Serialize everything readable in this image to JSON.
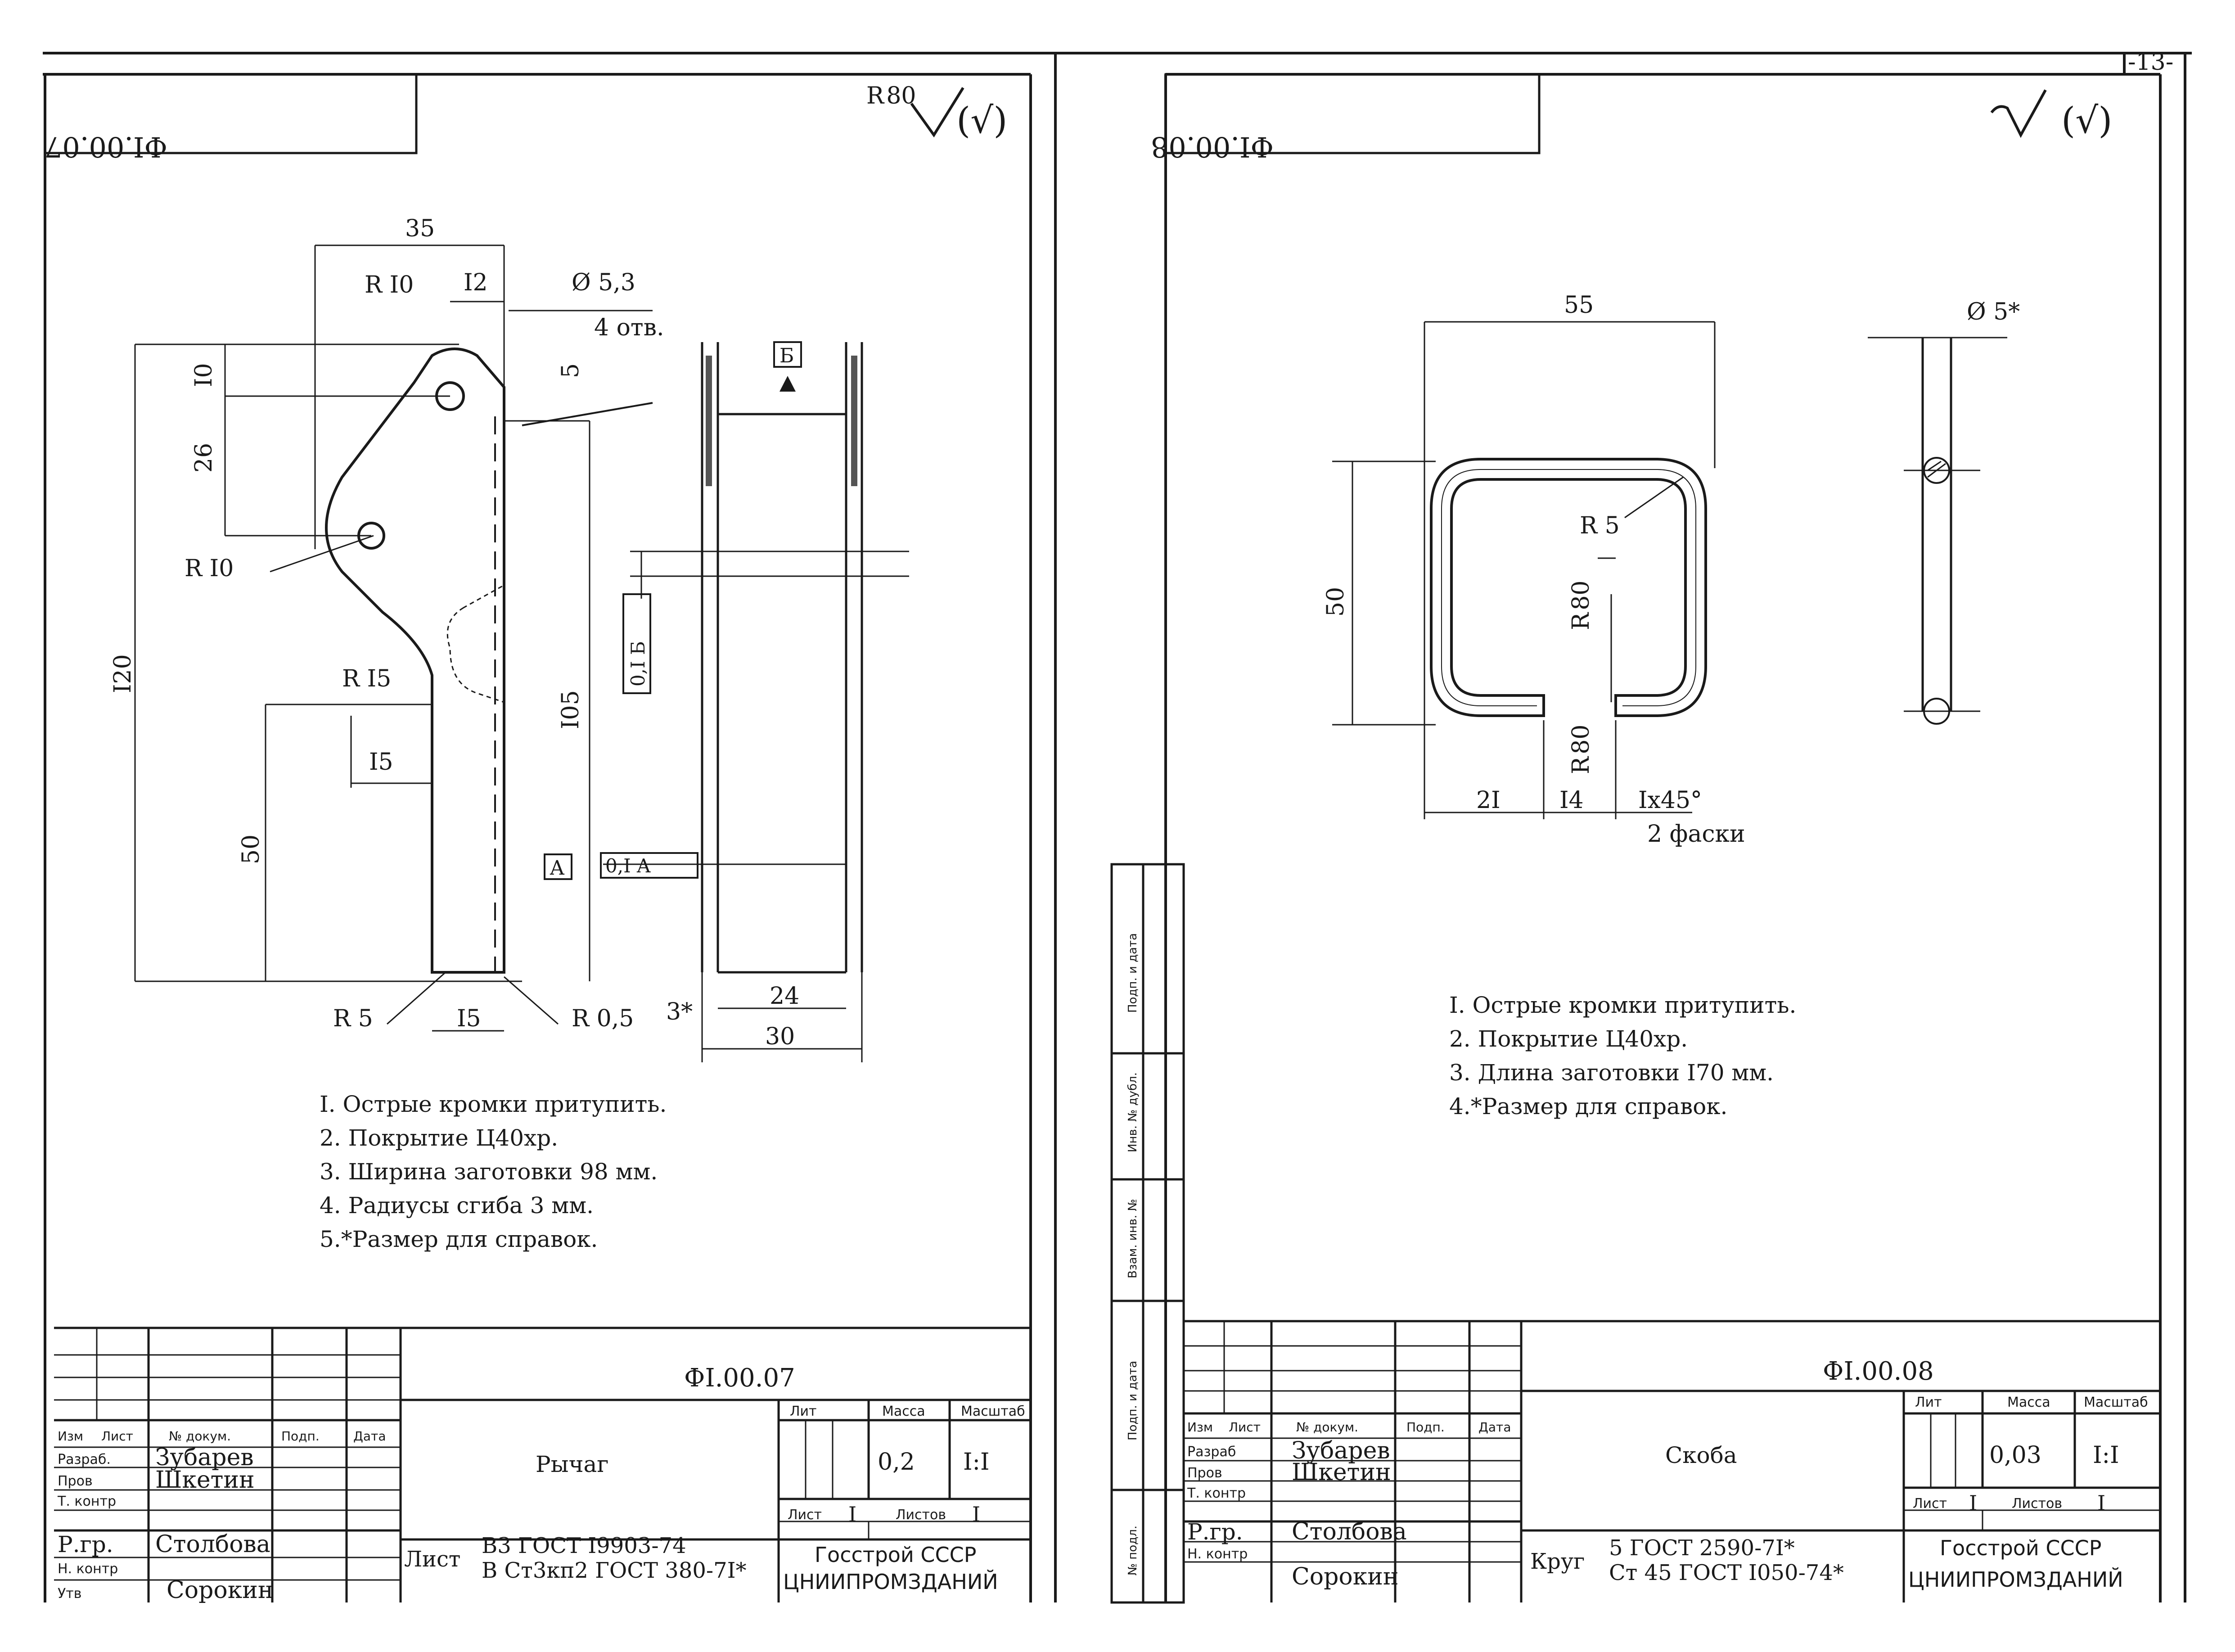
{
  "page_number": "-13-",
  "left_sheet": {
    "code_rotated": "ФI.00.07",
    "roughness_mark": "R 80",
    "roughness_paren": "(√)",
    "dims": {
      "d35": "35",
      "r10_top": "R I0",
      "d12": "I2",
      "dia": "Ø 5,3",
      "holes": "4 отв.",
      "d10": "I0",
      "d26": "26",
      "d5": "5",
      "r10_left": "R I0",
      "r15": "R I5",
      "d120": "I20",
      "d15_mid": "I5",
      "d105": "I05",
      "d50": "50",
      "r5": "R 5",
      "d15_bot": "I5",
      "r05": "R 0,5",
      "d3": "3*",
      "d24": "24",
      "d30": "30",
      "base_a": "A",
      "base_b": "Б",
      "tol_parallel": "0,I Б",
      "tol_perp": "0,I A"
    },
    "notes": [
      "I. Острые кромки притупить.",
      "2. Покрытие Ц40хр.",
      "3. Ширина заготовки 98 мм.",
      "4. Радиусы сгиба   3 мм.",
      "5.*Размер для справок."
    ],
    "title_block": {
      "designation": "ФI.00.07",
      "name": "Рычаг",
      "col_headers": [
        "Изм",
        "Лист",
        "№ докум.",
        "Подп.",
        "Дата"
      ],
      "roles": [
        "Разраб.",
        "Пров",
        "Т. контр",
        "Р.гр.",
        "Н. контр",
        "Утв"
      ],
      "people": [
        "Зубарев",
        "Шкетин",
        "",
        "Столбова",
        "",
        "Сорокин"
      ],
      "lit_label": "Лит",
      "mass_label": "Масса",
      "scale_label": "Масштаб",
      "mass": "0,2",
      "scale": "I:I",
      "sheet_label": "Лист",
      "sheet_no": "I",
      "sheets_label": "Листов",
      "sheets_no": "I",
      "material_prefix": "Лист",
      "material_line1": "В3 ГОСТ I9903-74",
      "material_line2": "В Ст3кп2 ГОСТ 380-7I*",
      "org1": "Госстрой СССР",
      "org2": "ЦНИИПРОМЗДАНИЙ"
    }
  },
  "right_sheet": {
    "code_rotated": "ФI.00.08",
    "roughness_paren": "(√)",
    "dims": {
      "d55": "55",
      "dia5": "Ø 5*",
      "r5": "R 5",
      "d50": "50",
      "rz80_a": "R 80",
      "rz80_b": "R 80",
      "d21": "2I",
      "d14": "I4",
      "chamfer": "Iх45°",
      "chamfer_count": "2 фаски"
    },
    "notes": [
      "I. Острые кромки притупить.",
      "2. Покрытие Ц40хр.",
      "3. Длина заготовки I70 мм.",
      "4.*Размер для справок."
    ],
    "side_labels": [
      "Подп. и дата",
      "Инв. № дубл.",
      "Взам. инв. №",
      "Подп. и дата",
      "№ подл."
    ],
    "title_block": {
      "designation": "ФI.00.08",
      "name": "Скоба",
      "col_headers": [
        "Изм",
        "Лист",
        "№ докум.",
        "Подп.",
        "Дата"
      ],
      "roles": [
        "Разраб",
        "Пров",
        "Т. контр",
        "Р.гр.",
        "Н. контр"
      ],
      "people": [
        "Зубарев",
        "Шкетин",
        "",
        "Столбова",
        "Сорокин"
      ],
      "lit_label": "Лит",
      "mass_label": "Масса",
      "scale_label": "Масштаб",
      "mass": "0,03",
      "scale": "I:I",
      "sheet_label": "Лист",
      "sheet_no": "I",
      "sheets_label": "Листов",
      "sheets_no": "I",
      "material_prefix": "Круг",
      "material_line1": "5 ГОСТ 2590-7I*",
      "material_line2": "Ст 45 ГОСТ I050-74*",
      "org1": "Госстрой СССР",
      "org2": "ЦНИИПРОМЗДАНИЙ"
    }
  }
}
